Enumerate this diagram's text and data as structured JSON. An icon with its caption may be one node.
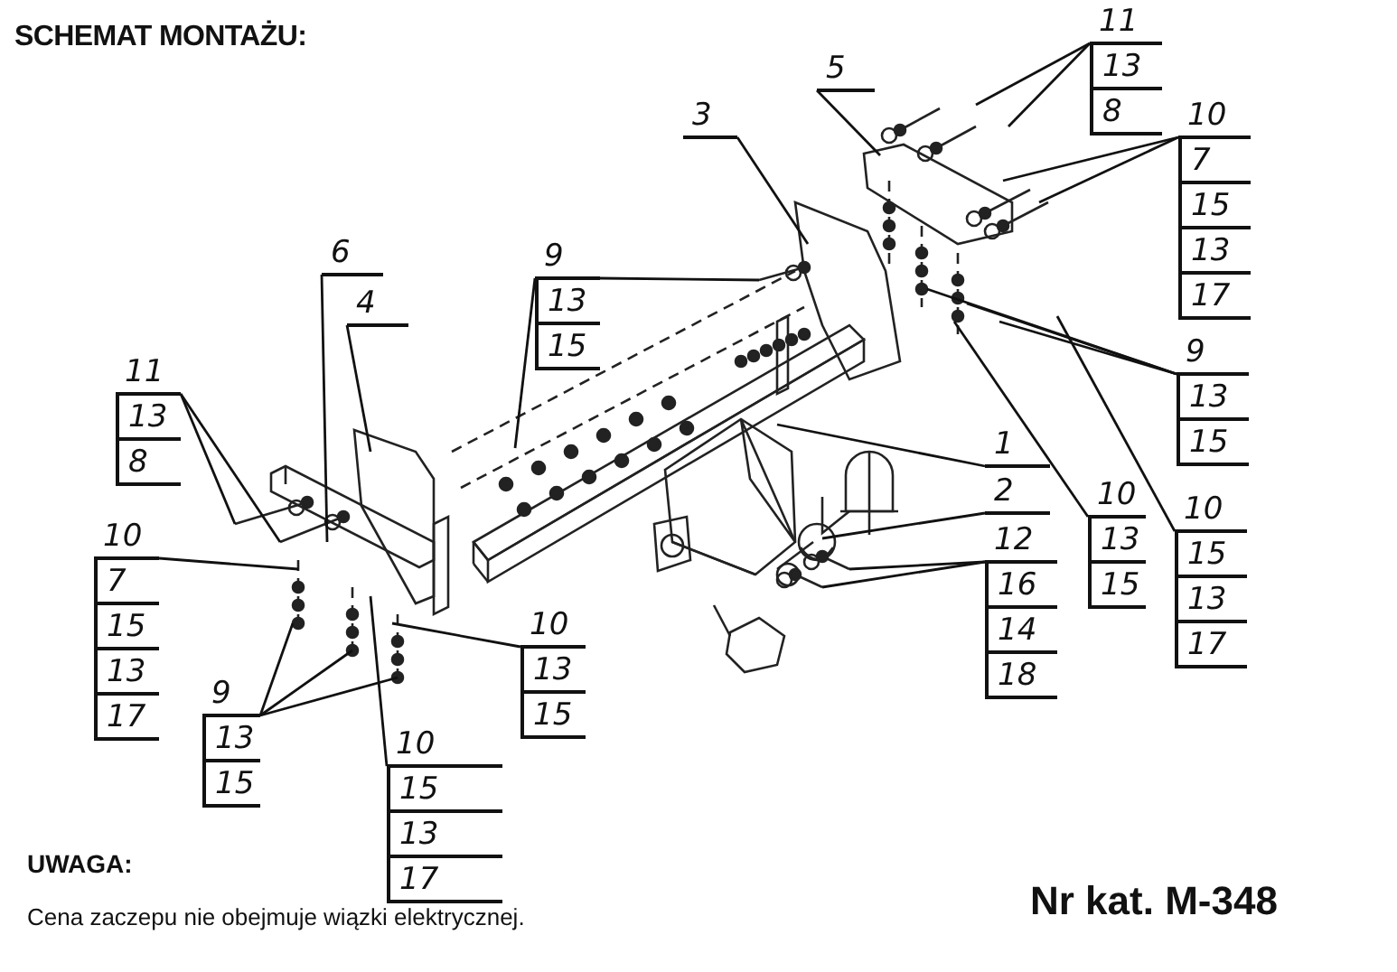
{
  "diagram": {
    "title": "SCHEMAT MONTAŻU:",
    "nodes": [
      {
        "text": [
          "11",
          "13",
          "8"
        ]
      },
      {
        "text": [
          "5"
        ]
      },
      {
        "text": [
          "3"
        ]
      },
      {
        "text": [
          "10",
          "7",
          "15",
          "13",
          "17"
        ]
      },
      {
        "text": [
          "6"
        ]
      },
      {
        "text": [
          "4"
        ]
      },
      {
        "text": [
          "9",
          "13",
          "15"
        ]
      },
      {
        "text": [
          "9",
          "13",
          "15"
        ]
      },
      {
        "text": [
          "11",
          "13",
          "8"
        ]
      },
      {
        "text": [
          "1"
        ]
      },
      {
        "text": [
          "2"
        ]
      },
      {
        "text": [
          "12",
          "16",
          "14",
          "18"
        ]
      },
      {
        "text": [
          "10",
          "13",
          "15"
        ]
      },
      {
        "text": [
          "10",
          "15",
          "13",
          "17"
        ]
      },
      {
        "text": [
          "10",
          "7",
          "15",
          "13",
          "17"
        ]
      },
      {
        "text": [
          "9",
          "13",
          "15"
        ]
      },
      {
        "text": [
          "10",
          "13",
          "15"
        ]
      },
      {
        "text": [
          "10",
          "15",
          "13",
          "17"
        ]
      }
    ],
    "edges": [
      {
        "from": 0,
        "to": null,
        "arrow": "none"
      },
      {
        "from": 0,
        "to": null,
        "arrow": "none"
      },
      {
        "from": 1,
        "to": null,
        "arrow": "none"
      },
      {
        "from": 2,
        "to": null,
        "arrow": "none"
      },
      {
        "from": 3,
        "to": null,
        "arrow": "none"
      },
      {
        "from": 3,
        "to": null,
        "arrow": "none"
      },
      {
        "from": 4,
        "to": null,
        "arrow": "none"
      },
      {
        "from": 5,
        "to": null,
        "arrow": "none"
      },
      {
        "from": 6,
        "to": null,
        "arrow": "none"
      },
      {
        "from": 6,
        "to": null,
        "arrow": "none"
      },
      {
        "from": 7,
        "to": null,
        "arrow": "none"
      },
      {
        "from": 7,
        "to": null,
        "arrow": "none"
      },
      {
        "from": 7,
        "to": null,
        "arrow": "none"
      },
      {
        "from": 8,
        "to": null,
        "arrow": "none"
      },
      {
        "from": 8,
        "to": null,
        "arrow": "none"
      },
      {
        "from": 9,
        "to": null,
        "arrow": "none"
      },
      {
        "from": 10,
        "to": null,
        "arrow": "none"
      },
      {
        "from": 11,
        "to": null,
        "arrow": "none"
      },
      {
        "from": 11,
        "to": null,
        "arrow": "none"
      },
      {
        "from": 12,
        "to": null,
        "arrow": "none"
      },
      {
        "from": 13,
        "to": null,
        "arrow": "none"
      },
      {
        "from": 14,
        "to": null,
        "arrow": "none"
      },
      {
        "from": 15,
        "to": null,
        "arrow": "none"
      },
      {
        "from": 15,
        "to": null,
        "arrow": "none"
      },
      {
        "from": 15,
        "to": null,
        "arrow": "none"
      },
      {
        "from": 16,
        "to": null,
        "arrow": "none"
      },
      {
        "from": 17,
        "to": null,
        "arrow": "none"
      }
    ],
    "labels": [
      "UWAGA:",
      "Cena zaczepu nie obejmuje wiązki elektrycznej.",
      "Nr kat. M-348"
    ]
  }
}
